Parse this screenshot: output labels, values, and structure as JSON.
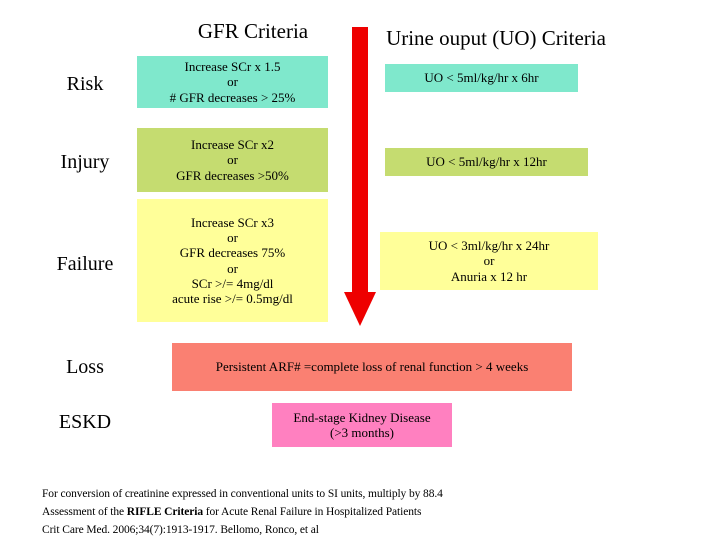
{
  "headers": {
    "gfr_title": "GFR Criteria",
    "uo_title": "Urine ouput (UO) Criteria"
  },
  "colors": {
    "risk": "#7FE8CC",
    "injury": "#C5DC70",
    "failure": "#FFFF99",
    "loss": "#FA8072",
    "eskd": "#FF80C0",
    "arrow": "#EE0000"
  },
  "stages": {
    "risk": {
      "label": "Risk",
      "gfr": {
        "line1": "Increase SCr x 1.5",
        "line2": "or",
        "line3": "# GFR decreases > 25%"
      },
      "uo": {
        "line1": "UO < 5ml/kg/hr x 6hr"
      }
    },
    "injury": {
      "label": "Injury",
      "gfr": {
        "line1": "Increase SCr x2",
        "line2": "or",
        "line3": "GFR decreases >50%"
      },
      "uo": {
        "line1": "UO < 5ml/kg/hr x 12hr"
      }
    },
    "failure": {
      "label": "Failure",
      "gfr": {
        "line1": "Increase SCr x3",
        "line2": "or",
        "line3": "GFR decreases 75%",
        "line4": "or",
        "line5": "SCr >/= 4mg/dl",
        "line6": "acute rise >/= 0.5mg/dl"
      },
      "uo": {
        "line1": "UO < 3ml/kg/hr x 24hr",
        "line2": "or",
        "line3": "Anuria x  12 hr"
      }
    },
    "loss": {
      "label": "Loss",
      "text": "Persistent ARF# =complete loss of renal function > 4 weeks"
    },
    "eskd": {
      "label": "ESKD",
      "line1": "End-stage Kidney Disease",
      "line2": "(>3 months)"
    }
  },
  "arrow": {
    "icon_name": "red-down-arrow-icon"
  },
  "footnote": {
    "line1": "For conversion of creatinine expressed in conventional units to SI units, multiply by 88.4",
    "line2_pre": "Assessment of the ",
    "line2_bold": "RIFLE Criteria",
    "line2_post": " for Acute Renal Failure in Hospitalized Patients",
    "line3": "Crit Care Med.  2006;34(7):1913-1917. Bellomo, Ronco, et al"
  }
}
